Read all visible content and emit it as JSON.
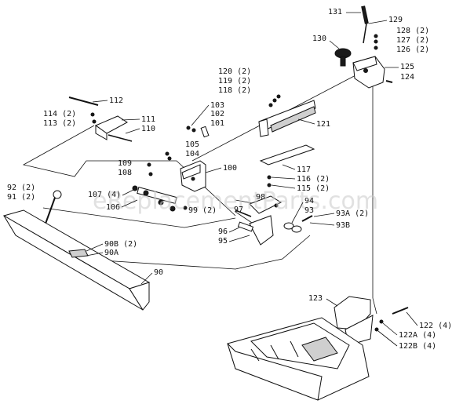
{
  "watermark": "eReplacementParts.com",
  "parts": [
    {
      "id": "p131",
      "label": "131"
    },
    {
      "id": "p129",
      "label": "129"
    },
    {
      "id": "p128",
      "label": "128 (2)"
    },
    {
      "id": "p127",
      "label": "127 (2)"
    },
    {
      "id": "p126",
      "label": "126 (2)"
    },
    {
      "id": "p130",
      "label": "130"
    },
    {
      "id": "p125",
      "label": "125"
    },
    {
      "id": "p124",
      "label": "124"
    },
    {
      "id": "p120",
      "label": "120 (2)"
    },
    {
      "id": "p119",
      "label": "119 (2)"
    },
    {
      "id": "p118",
      "label": "118 (2)"
    },
    {
      "id": "p112",
      "label": "112"
    },
    {
      "id": "p114",
      "label": "114 (2)"
    },
    {
      "id": "p113",
      "label": "113 (2)"
    },
    {
      "id": "p111",
      "label": "111"
    },
    {
      "id": "p110",
      "label": "110"
    },
    {
      "id": "p103",
      "label": "103"
    },
    {
      "id": "p102",
      "label": "102"
    },
    {
      "id": "p101",
      "label": "101"
    },
    {
      "id": "p121",
      "label": "121"
    },
    {
      "id": "p105",
      "label": "105"
    },
    {
      "id": "p104",
      "label": "104"
    },
    {
      "id": "p109",
      "label": "109"
    },
    {
      "id": "p108",
      "label": "108"
    },
    {
      "id": "p100",
      "label": "100"
    },
    {
      "id": "p117",
      "label": "117"
    },
    {
      "id": "p116",
      "label": "116 (2)"
    },
    {
      "id": "p115",
      "label": "115 (2)"
    },
    {
      "id": "p92",
      "label": "92 (2)"
    },
    {
      "id": "p91",
      "label": "91 (2)"
    },
    {
      "id": "p107",
      "label": "107 (4)"
    },
    {
      "id": "p106",
      "label": "106"
    },
    {
      "id": "p99",
      "label": "99 (2)"
    },
    {
      "id": "p98",
      "label": "98"
    },
    {
      "id": "p97",
      "label": "97"
    },
    {
      "id": "p94",
      "label": "94"
    },
    {
      "id": "p93",
      "label": "93"
    },
    {
      "id": "p93a",
      "label": "93A (2)"
    },
    {
      "id": "p93b",
      "label": "93B"
    },
    {
      "id": "p96",
      "label": "96"
    },
    {
      "id": "p95",
      "label": "95"
    },
    {
      "id": "p90b",
      "label": "90B (2)"
    },
    {
      "id": "p90a",
      "label": "90A"
    },
    {
      "id": "p90",
      "label": "90"
    },
    {
      "id": "p123",
      "label": "123"
    },
    {
      "id": "p122",
      "label": "122 (4)"
    },
    {
      "id": "p122a",
      "label": "122A (4)"
    },
    {
      "id": "p122b",
      "label": "122B (4)"
    }
  ]
}
